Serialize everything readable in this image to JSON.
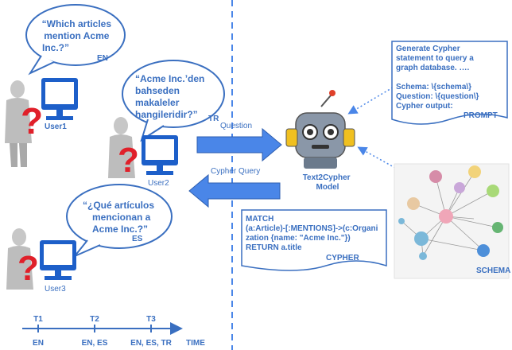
{
  "users": [
    {
      "label": "User1",
      "bubble_lines": [
        "“Which articles",
        "mention Acme",
        "Inc.?”"
      ],
      "lang": "EN"
    },
    {
      "label": "User2",
      "bubble_lines": [
        "“Acme Inc.’den",
        "bahseden",
        "makaleler",
        "hangileridir?”"
      ],
      "lang": "TR"
    },
    {
      "label": "User3",
      "bubble_lines": [
        "“¿Qué artículos",
        "mencionan a",
        "Acme Inc.?”"
      ],
      "lang": "ES"
    }
  ],
  "arrows": {
    "question": "Question",
    "cypher_query": "Cypher Query"
  },
  "model": {
    "label_lines": [
      "Text2Cypher",
      "Model"
    ]
  },
  "prompt": {
    "lines": [
      "Generate Cypher",
      "statement to query a",
      "graph database. ….",
      "",
      "Schema: \\{schema\\}",
      "Question: \\{question\\}",
      "Cypher output:"
    ],
    "tag": "PROMPT"
  },
  "cypher": {
    "lines": [
      "MATCH",
      "(a:Article)-[:MENTIONS]->(c:Organi",
      "zation {name: \"Acme Inc.\"})",
      "RETURN a.title"
    ],
    "tag": "CYPHER"
  },
  "schema": {
    "label": "SCHEMA"
  },
  "timeline": {
    "ticks": [
      {
        "t": "T1",
        "langs": "EN"
      },
      {
        "t": "T2",
        "langs": "EN, ES"
      },
      {
        "t": "T3",
        "langs": "EN, ES, TR"
      }
    ],
    "axis_label": "TIME"
  },
  "colors": {
    "accent": "#3a6fc0",
    "bubble_border": "#3a6fc0",
    "arrow_fill": "#4a86e8",
    "question_mark": "#e0202a"
  }
}
